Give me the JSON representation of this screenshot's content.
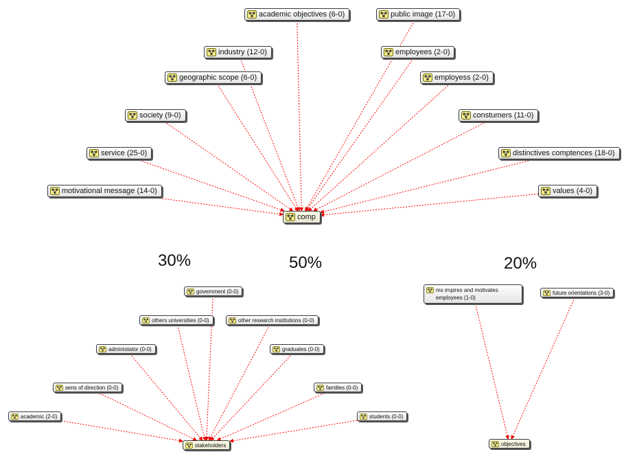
{
  "percentages": {
    "left": "30%",
    "middle": "50%",
    "right": "20%"
  },
  "edge_color": "#ff0000",
  "icon": "network-node-icon",
  "comp_network": {
    "hub": "comp",
    "nodes": [
      "academic objectives (6-0)",
      "public image (17-0)",
      "industry (12-0)",
      "employees (2-0)",
      "geographic scope (6-0)",
      "employess (2-0)",
      "society (9-0)",
      "constumers (11-0)",
      "service (25-0)",
      "distinctives comptences (18-0)",
      "motivational message (14-0)",
      "values (4-0)"
    ]
  },
  "stakeholders_network": {
    "hub": "stakeholders",
    "nodes": [
      "government (0-0)",
      "others universities (0-0)",
      "other research institutions (0-0)",
      "administator (0-0)",
      "graduates (0-0)",
      "sens of direction (0-0)",
      "families (0-0)",
      "academic (2-0)",
      "students (0-0)"
    ]
  },
  "objectives_network": {
    "hub": "objectives",
    "nodes": [
      "ms impires and motivates employees (1-0)",
      "future orientations (3-0)"
    ]
  }
}
